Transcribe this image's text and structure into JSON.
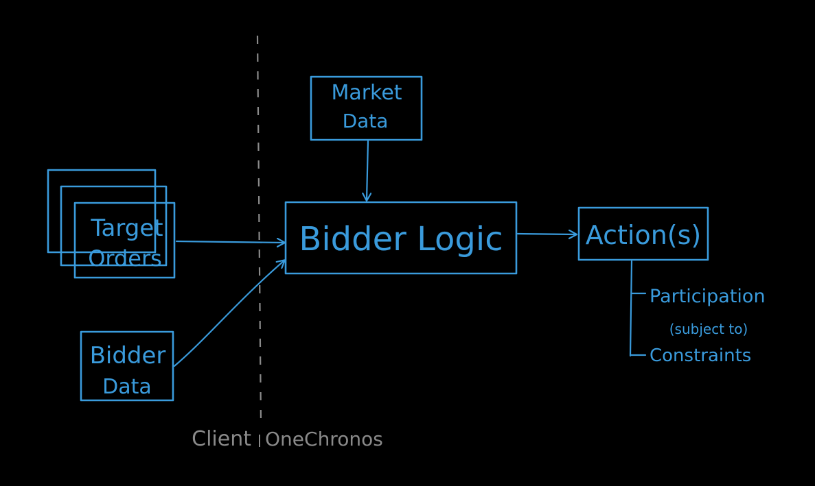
{
  "colors": {
    "background": "#000000",
    "ink": "#3a9bdc",
    "divider": "#8a8a8a"
  },
  "nodes": {
    "market_data": {
      "line1": "Market",
      "line2": "Data"
    },
    "target_orders": {
      "line1": "Target",
      "line2": "Orders"
    },
    "bidder_data": {
      "line1": "Bidder",
      "line2": "Data"
    },
    "bidder_logic": {
      "label": "Bidder Logic"
    },
    "actions": {
      "label": "Action(s)"
    }
  },
  "branches": {
    "participation": "Participation",
    "subject_to": "(subject to)",
    "constraints": "Constraints"
  },
  "divider": {
    "left_label": "Client",
    "right_label": "OneChronos"
  }
}
